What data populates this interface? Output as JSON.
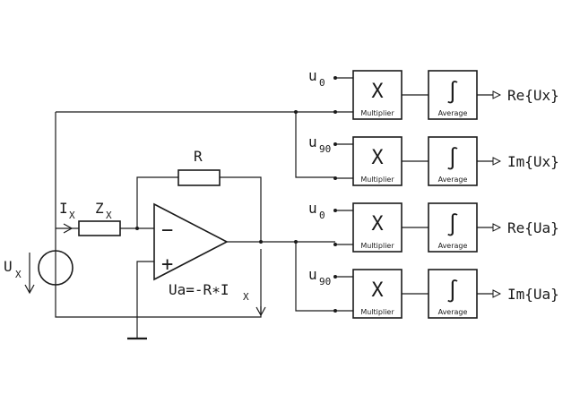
{
  "labels": {
    "ux": "U",
    "ux_sub": "X",
    "ix": "I",
    "ix_sub": "X",
    "zx": "Z",
    "zx_sub": "X",
    "r": "R",
    "minus": "−",
    "plus": "+",
    "ua_eq": "Ua=-R",
    "ua_op": "∗",
    "ua_i": "I",
    "ua_sub": "X"
  },
  "refs": {
    "u0": "u",
    "u0_sub": "0",
    "u90": "u",
    "u90_sub": "90"
  },
  "blocks": {
    "mult_symbol": "X",
    "mult_label": "Multiplier",
    "avg_symbol": "∫",
    "avg_label": "Average"
  },
  "outputs": [
    "Re{Ux}",
    "Im{Ux}",
    "Re{Ua}",
    "Im{Ua}"
  ]
}
